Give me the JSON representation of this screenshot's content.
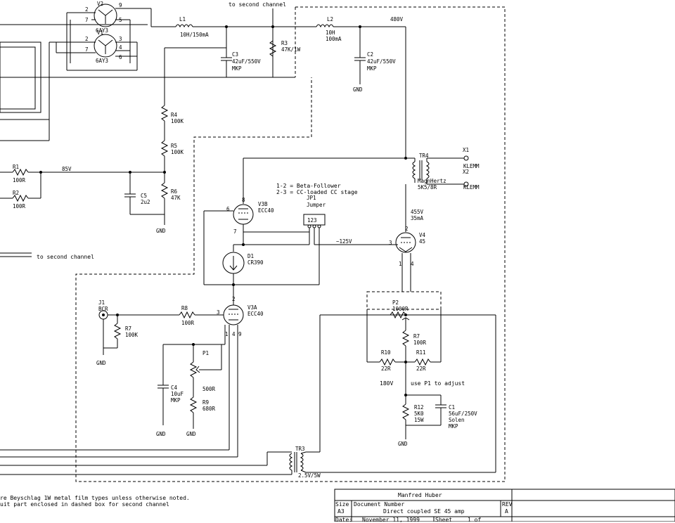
{
  "labels": {
    "second_channel_top": "to second channel",
    "second_channel_left": "to second channel",
    "v2": "V2",
    "v2_type": "6AY3",
    "v1": "V1",
    "v1_type": "6AY3",
    "v2_pins": [
      "2",
      "9",
      "7",
      "5"
    ],
    "v1_pins": [
      "2",
      "3",
      "7",
      "4",
      "6"
    ],
    "l1": "L1",
    "l1_val": "10H/150mA",
    "l2": "L2",
    "l2_val1": "10H",
    "l2_val2": "100mA",
    "c3": "C3",
    "c3_val": "42uF/550V",
    "c3_type": "MKP",
    "r3": "R3",
    "r3_val": "47K/1W",
    "c2": "C2",
    "c2_val": "42uF/550V",
    "c2_type": "MKP",
    "v480": "480V",
    "gnd": "GND",
    "r4": "R4",
    "r4_val": "100K",
    "r5": "R5",
    "r5_val": "100K",
    "r6": "R6",
    "r6_val": "47K",
    "c5": "C5",
    "c5_val": "2u2",
    "r1": "R1",
    "r1_val": "100R",
    "r2": "R2",
    "r2_val": "100R",
    "v85": "85V",
    "tr4": "TR4",
    "tr4_maker": "MagnHertz",
    "tr4_type": "5K5/8R",
    "x1": "X1",
    "x1_val": "KLEMM",
    "x2": "X2",
    "x2_val": "KLEMM",
    "note1": "1-2 = Beta-Follower",
    "note2": "2-3 = CC-loaded CC stage",
    "jp1": "JP1",
    "jp1_val": "Jumper",
    "jp1_pins": "123",
    "v3b": "V3B",
    "v3b_type": "ECC40",
    "pin6": "6",
    "pin7": "7",
    "pin8": "8",
    "v455": "455V",
    "ma35": "35mA",
    "v4": "V4",
    "v4_type": "45",
    "v4_pin2": "2",
    "v4_pin3": "3",
    "v4_pin1": "1",
    "v4_pin4": "4",
    "v125": "~125V",
    "d1": "D1",
    "d1_val": "CR390",
    "j1": "J1",
    "j1_val": "BCR",
    "r7a": "R7",
    "r7a_val": "100K",
    "r8": "R8",
    "r8_val": "100R",
    "v3a": "V3A",
    "v3a_type": "ECC40",
    "v3a_pins": [
      "2",
      "3",
      "1",
      "4",
      "9"
    ],
    "p1": "P1",
    "p1_val": "500R",
    "r9": "R9",
    "r9_val": "680R",
    "c4": "C4",
    "c4_val": "10uF",
    "c4_type": "MKP",
    "p2": "P2",
    "p2_val": "1000R",
    "r7b": "R7",
    "r7b_val": "100R",
    "r10": "R10",
    "r10_val": "22R",
    "r11": "R11",
    "r11_val": "22R",
    "v180": "180V",
    "use_p1": "use P1 to adjust",
    "r12": "R12",
    "r12_val": "5K0",
    "r12_rating": "15W",
    "c1": "C1",
    "c1_val": "56uF/250V",
    "c1_type1": "Solen",
    "c1_type2": "MKP",
    "tr3": "TR3",
    "tr3_val": "2.5V/5W",
    "footnote1": "re Beyschlag 1W metal film types unless otherwise noted.",
    "footnote2": "uit part enclosed in dashed box for second channel"
  },
  "title_block": {
    "author": "Manfred Huber",
    "size_label": "Size",
    "size": "A3",
    "docnum_label": "Document Number",
    "doc_title": "Direct coupled SE 45 amp",
    "rev_label": "REV",
    "rev": "A",
    "date_label": "Date:",
    "date": "November 11, 1999",
    "sheet_label": "Sheet",
    "sheet_of": "1  of"
  }
}
